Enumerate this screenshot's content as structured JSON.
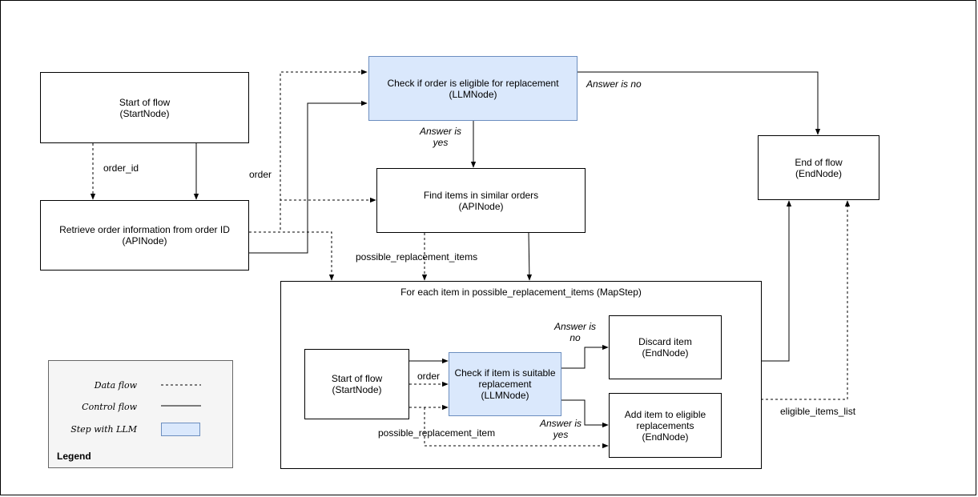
{
  "nodes": {
    "start_main": {
      "line1": "Start of flow",
      "line2": "(StartNode)"
    },
    "retrieve": {
      "line1": "Retrieve order information from order ID",
      "line2": "(APINode)"
    },
    "check_eligible": {
      "line1": "Check if order is eligible for replacement",
      "line2": "(LLMNode)"
    },
    "find_items": {
      "line1": "Find items in similar orders",
      "line2": "(APINode)"
    },
    "end_main": {
      "line1": "End of flow",
      "line2": "(EndNode)"
    },
    "start_inner": {
      "line1": "Start of flow",
      "line2": "(StartNode)"
    },
    "check_suitable": {
      "line1": "Check if item is suitable",
      "line2": "replacement",
      "line3": "(LLMNode)"
    },
    "discard": {
      "line1": "Discard item",
      "line2": "(EndNode)"
    },
    "add_item": {
      "line1": "Add item to eligible",
      "line2": "replacements",
      "line3": "(EndNode)"
    }
  },
  "map_step": {
    "title": "For each item in possible_replacement_items (MapStep)"
  },
  "edge_labels": {
    "order_id": "order_id",
    "order": "order",
    "answer_no_top": "Answer is no",
    "answer_yes_top_1": "Answer is",
    "answer_yes_top_2": "yes",
    "possible_replacement_items": "possible_replacement_items",
    "inner_order": "order",
    "answer_no_inner_1": "Answer is",
    "answer_no_inner_2": "no",
    "answer_yes_inner_1": "Answer is",
    "answer_yes_inner_2": "yes",
    "possible_replacement_item": "possible_replacement_item",
    "eligible_items_list": "eligible_items_list"
  },
  "legend": {
    "title": "Legend",
    "data_flow": "Data flow",
    "control_flow": "Control flow",
    "step_with_llm": "Step with LLM"
  },
  "colors": {
    "llm_fill": "#dae8fc",
    "llm_border": "#6c8ebf",
    "legend_fill": "#f5f5f5"
  }
}
